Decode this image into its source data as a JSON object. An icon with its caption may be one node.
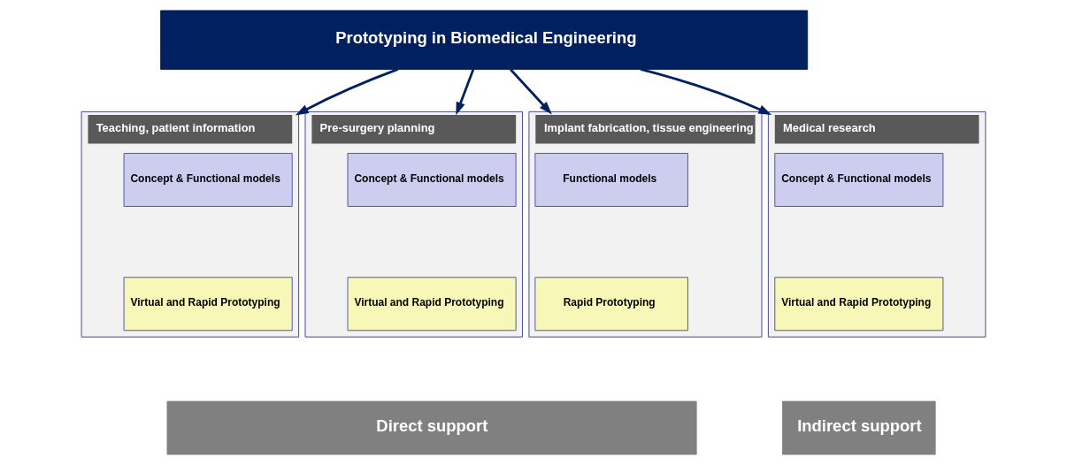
{
  "diagram": {
    "nodes": [
      {
        "text": [
          "Prototyping in Biomedical Engineering"
        ]
      },
      {
        "text": [
          "Teaching, patient information"
        ]
      },
      {
        "text": [
          "Concept & Functional models"
        ],
        "in": 1
      },
      {
        "text": [
          "Virtual and Rapid Prototyping"
        ],
        "in": 1
      },
      {
        "text": [
          "Pre-surgery planning"
        ]
      },
      {
        "text": [
          "Concept & Functional models"
        ],
        "in": 4
      },
      {
        "text": [
          "Virtual and Rapid Prototyping"
        ],
        "in": 4
      },
      {
        "text": [
          "Implant fabrication, tissue engineering"
        ]
      },
      {
        "text": [
          "Functional models"
        ],
        "in": 7
      },
      {
        "text": [
          "Rapid Prototyping"
        ],
        "in": 7
      },
      {
        "text": [
          "Medical research"
        ]
      },
      {
        "text": [
          "Concept & Functional models"
        ],
        "in": 10
      },
      {
        "text": [
          "Virtual and Rapid Prototyping"
        ],
        "in": 10
      },
      {
        "text": [
          "Direct support"
        ]
      },
      {
        "text": [
          "Indirect support"
        ]
      }
    ],
    "edges": [
      {
        "from": 0,
        "to": 1,
        "arrow": "to"
      },
      {
        "from": 0,
        "to": 4,
        "arrow": "to"
      },
      {
        "from": 0,
        "to": 7,
        "arrow": "to"
      },
      {
        "from": 0,
        "to": 10,
        "arrow": "to"
      }
    ]
  }
}
